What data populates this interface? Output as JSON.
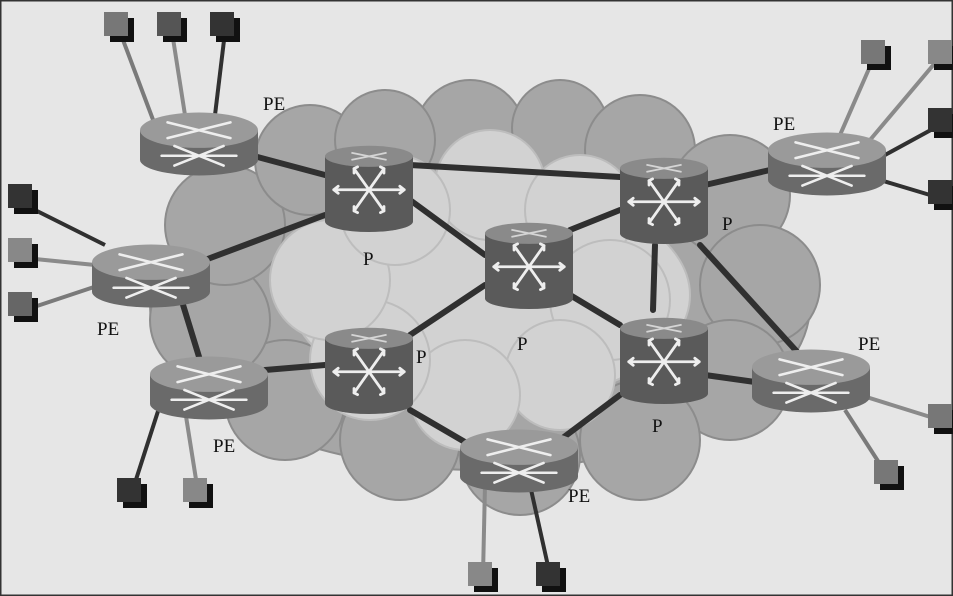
{
  "colors": {
    "background": "#e6e6e6",
    "cloud_outer": "#a6a6a6",
    "cloud_inner": "#d2d2d2",
    "core_router": "#5a5a5a",
    "edge_router": "#777777",
    "link": "#303030",
    "terminal_dark": "#2e2e2e",
    "terminal_light": "#8a8a8a"
  },
  "nodes": {
    "p_top_left": {
      "label": "P"
    },
    "p_top_right": {
      "label": "P"
    },
    "p_center": {
      "label": "P"
    },
    "p_bottom_left": {
      "label": "P"
    },
    "p_bottom_right": {
      "label": "P"
    },
    "pe_top_left": {
      "label": "PE"
    },
    "pe_top_right": {
      "label": "PE"
    },
    "pe_left": {
      "label": "PE"
    },
    "pe_bottom_left": {
      "label": "PE"
    },
    "pe_bottom": {
      "label": "PE"
    },
    "pe_right": {
      "label": "PE"
    }
  }
}
